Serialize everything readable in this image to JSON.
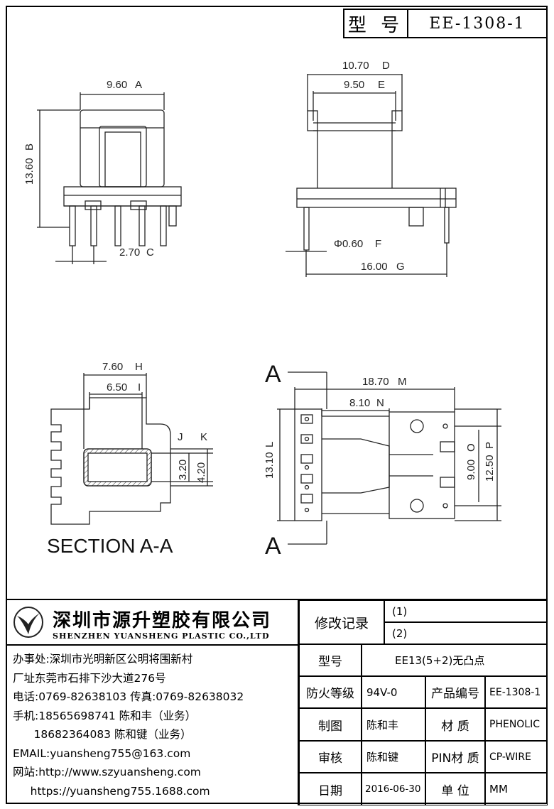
{
  "title_block": {
    "model_label": "型 号",
    "model_value": "EE-1308-1"
  },
  "dimensions": {
    "top_left": {
      "width": "9.60",
      "width_tag": "A",
      "height": "13.60",
      "height_tag": "B",
      "pitch": "2.70",
      "pitch_tag": "C"
    },
    "top_right": {
      "outer": "10.70",
      "outer_tag": "D",
      "inner": "9.50",
      "inner_tag": "E",
      "pin_dia": "Φ0.60",
      "pin_dia_tag": "F",
      "span": "16.00",
      "span_tag": "G"
    },
    "section": {
      "w1": "7.60",
      "w1_tag": "H",
      "w2": "6.50",
      "w2_tag": "I",
      "h1": "3.20",
      "h1_tag": "J",
      "h2": "4.20",
      "h2_tag": "K",
      "title": "SECTION A-A"
    },
    "bottom_view": {
      "length": "18.70",
      "length_tag": "M",
      "offset": "8.10",
      "offset_tag": "N",
      "height": "13.10",
      "height_tag": "L",
      "pin_span": "9.00",
      "pin_span_tag": "O",
      "outer_span": "12.50",
      "outer_span_tag": "P",
      "section_mark": "A"
    }
  },
  "company": {
    "name_cn": "深圳市源升塑胶有限公司",
    "name_en": "SHENZHEN YUANSHENG PLASTIC CO.,LTD",
    "lines": [
      "办事处:深圳市光明新区公明将围新村",
      "厂址东莞市石排下沙大道276号",
      "电话:0769-82638103 传真:0769-82638032",
      "手机:18565698741 陈和丰（业务）",
      "      18682364083 陈和键（业务）",
      "EMAIL:yuansheng755@163.com",
      "网站:http://www.szyuansheng.com",
      "     https://yuansheng755.1688.com"
    ]
  },
  "table": {
    "revision_label": "修改记录",
    "revisions": [
      "(1)",
      "(2)"
    ],
    "model_label": "型号",
    "model_value": "EE13(5+2)无凸点",
    "fire_label": "防火等级",
    "fire_value": "94V-0",
    "product_no_label": "产品编号",
    "product_no_value": "EE-1308-1",
    "drawn_label": "制图",
    "drawn_value": "陈和丰",
    "material_label": "材 质",
    "material_value": "PHENOLIC",
    "check_label": "审核",
    "check_value": "陈和键",
    "pin_material_label": "PIN材 质",
    "pin_material_value": "CP-WIRE",
    "date_label": "日期",
    "date_value": "2016-06-30",
    "unit_label": "单 位",
    "unit_value": "MM"
  }
}
